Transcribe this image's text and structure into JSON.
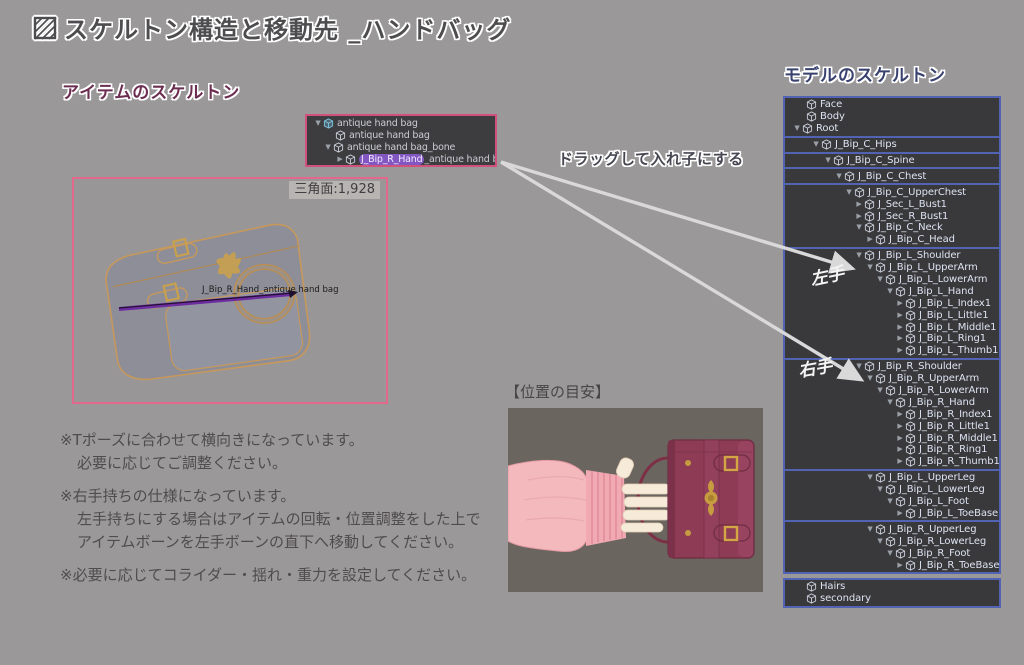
{
  "title": {
    "text": "スケルトン構造と移動先 _ハンドバッグ",
    "icon": "hatched-square-icon"
  },
  "labels": {
    "item_skeleton": "アイテムのスケルトン",
    "model_skeleton": "モデルのスケルトン",
    "drag_note": "ドラッグして入れ子にする",
    "left_hand": "左手",
    "right_hand": "右手",
    "position_guide": "【位置の目安】"
  },
  "colors": {
    "item_box_border": "#d1507c",
    "preview_border": "#e2688c",
    "panel_border": "#5263b4",
    "highlight_pill": "#8257c2",
    "bone_line": "#6d2da0",
    "arrow": "#d9d9d9"
  },
  "item_tree": {
    "rows": [
      {
        "t": "antique hand bag",
        "st": "e",
        "icon": "prefab-cube",
        "pad": 6
      },
      {
        "t": "antique hand bag",
        "st": "n",
        "icon": "cube",
        "pad": 18
      },
      {
        "t": "antique hand bag_bone",
        "st": "e",
        "icon": "cube",
        "pad": 16
      },
      {
        "hl": "J_Bip_R_Hand",
        "t": "_antique hand bag",
        "st": "c",
        "icon": "cube",
        "pad": 28
      }
    ]
  },
  "preview": {
    "triangle_count": "三角面:1,928",
    "bone_label": "J_Bip_R_Hand_antique hand bag"
  },
  "model_tree": {
    "groups": [
      {
        "rows": [
          {
            "t": "Face",
            "st": "n",
            "icon": "cube",
            "pad": 11
          },
          {
            "t": "Body",
            "st": "n",
            "icon": "cube",
            "pad": 11
          },
          {
            "t": "Root",
            "st": "e",
            "icon": "cube",
            "pad": 7
          }
        ]
      },
      {
        "rows": [
          {
            "t": "J_Bip_C_Hips",
            "st": "e",
            "icon": "cube",
            "pad": 26
          }
        ]
      },
      {
        "rows": [
          {
            "t": "J_Bip_C_Spine",
            "st": "e",
            "icon": "cube",
            "pad": 38
          }
        ]
      },
      {
        "rows": [
          {
            "t": "J_Bip_C_Chest",
            "st": "e",
            "icon": "cube",
            "pad": 49
          }
        ]
      },
      {
        "rows": [
          {
            "t": "J_Bip_C_UpperChest",
            "st": "e",
            "icon": "cube",
            "pad": 59
          },
          {
            "t": "J_Sec_L_Bust1",
            "st": "c",
            "icon": "cube",
            "pad": 69
          },
          {
            "t": "J_Sec_R_Bust1",
            "st": "c",
            "icon": "cube",
            "pad": 69
          },
          {
            "t": "J_Bip_C_Neck",
            "st": "e",
            "icon": "cube",
            "pad": 69
          },
          {
            "t": "J_Bip_C_Head",
            "st": "c",
            "icon": "cube",
            "pad": 80
          }
        ]
      },
      {
        "rows": [
          {
            "t": "J_Bip_L_Shoulder",
            "st": "e",
            "icon": "cube",
            "pad": 69
          },
          {
            "t": "J_Bip_L_UpperArm",
            "st": "e",
            "icon": "cube",
            "pad": 80
          },
          {
            "t": "J_Bip_L_LowerArm",
            "st": "e",
            "icon": "cube",
            "pad": 90
          },
          {
            "t": "J_Bip_L_Hand",
            "st": "e",
            "icon": "cube",
            "pad": 100
          },
          {
            "t": "J_Bip_L_Index1",
            "st": "c",
            "icon": "cube",
            "pad": 110
          },
          {
            "t": "J_Bip_L_Little1",
            "st": "c",
            "icon": "cube",
            "pad": 110
          },
          {
            "t": "J_Bip_L_Middle1",
            "st": "c",
            "icon": "cube",
            "pad": 110
          },
          {
            "t": "J_Bip_L_Ring1",
            "st": "c",
            "icon": "cube",
            "pad": 110
          },
          {
            "t": "J_Bip_L_Thumb1",
            "st": "c",
            "icon": "cube",
            "pad": 110
          }
        ]
      },
      {
        "rows": [
          {
            "t": "J_Bip_R_Shoulder",
            "st": "e",
            "icon": "cube",
            "pad": 69
          },
          {
            "t": "J_Bip_R_UpperArm",
            "st": "e",
            "icon": "cube",
            "pad": 80
          },
          {
            "t": "J_Bip_R_LowerArm",
            "st": "e",
            "icon": "cube",
            "pad": 90
          },
          {
            "t": "J_Bip_R_Hand",
            "st": "e",
            "icon": "cube",
            "pad": 100
          },
          {
            "t": "J_Bip_R_Index1",
            "st": "c",
            "icon": "cube",
            "pad": 110
          },
          {
            "t": "J_Bip_R_Little1",
            "st": "c",
            "icon": "cube",
            "pad": 110
          },
          {
            "t": "J_Bip_R_Middle1",
            "st": "c",
            "icon": "cube",
            "pad": 110
          },
          {
            "t": "J_Bip_R_Ring1",
            "st": "c",
            "icon": "cube",
            "pad": 110
          },
          {
            "t": "J_Bip_R_Thumb1",
            "st": "c",
            "icon": "cube",
            "pad": 110
          }
        ]
      },
      {
        "rows": [
          {
            "t": "J_Bip_L_UpperLeg",
            "st": "e",
            "icon": "cube",
            "pad": 80
          },
          {
            "t": "J_Bip_L_LowerLeg",
            "st": "e",
            "icon": "cube",
            "pad": 90
          },
          {
            "t": "J_Bip_L_Foot",
            "st": "e",
            "icon": "cube",
            "pad": 100
          },
          {
            "t": "J_Bip_L_ToeBase",
            "st": "c",
            "icon": "cube",
            "pad": 110
          }
        ]
      },
      {
        "rows": [
          {
            "t": "J_Bip_R_UpperLeg",
            "st": "e",
            "icon": "cube",
            "pad": 80
          },
          {
            "t": "J_Bip_R_LowerLeg",
            "st": "e",
            "icon": "cube",
            "pad": 90
          },
          {
            "t": "J_Bip_R_Foot",
            "st": "e",
            "icon": "cube",
            "pad": 100
          },
          {
            "t": "J_Bip_R_ToeBase",
            "st": "c",
            "icon": "cube",
            "pad": 110
          }
        ]
      },
      {
        "rows": [
          {
            "t": "Hairs",
            "st": "n",
            "icon": "cube",
            "pad": 11
          },
          {
            "t": "secondary",
            "st": "n",
            "icon": "cube",
            "pad": 11
          }
        ]
      }
    ]
  },
  "notes": {
    "groups": [
      [
        {
          "t": "※Tポーズに合わせて横向きになっています。",
          "cont": false
        },
        {
          "t": "必要に応じてご調整ください。",
          "cont": true
        }
      ],
      [
        {
          "t": "※右手持ちの仕様になっています。",
          "cont": false
        },
        {
          "t": "左手持ちにする場合はアイテムの回転・位置調整をした上で",
          "cont": true
        },
        {
          "t": "アイテムボーンを左手ボーンの直下へ移動してください。",
          "cont": true
        }
      ],
      [
        {
          "t": "※必要に応じてコライダー・揺れ・重力を設定してください。",
          "cont": false
        }
      ]
    ]
  }
}
